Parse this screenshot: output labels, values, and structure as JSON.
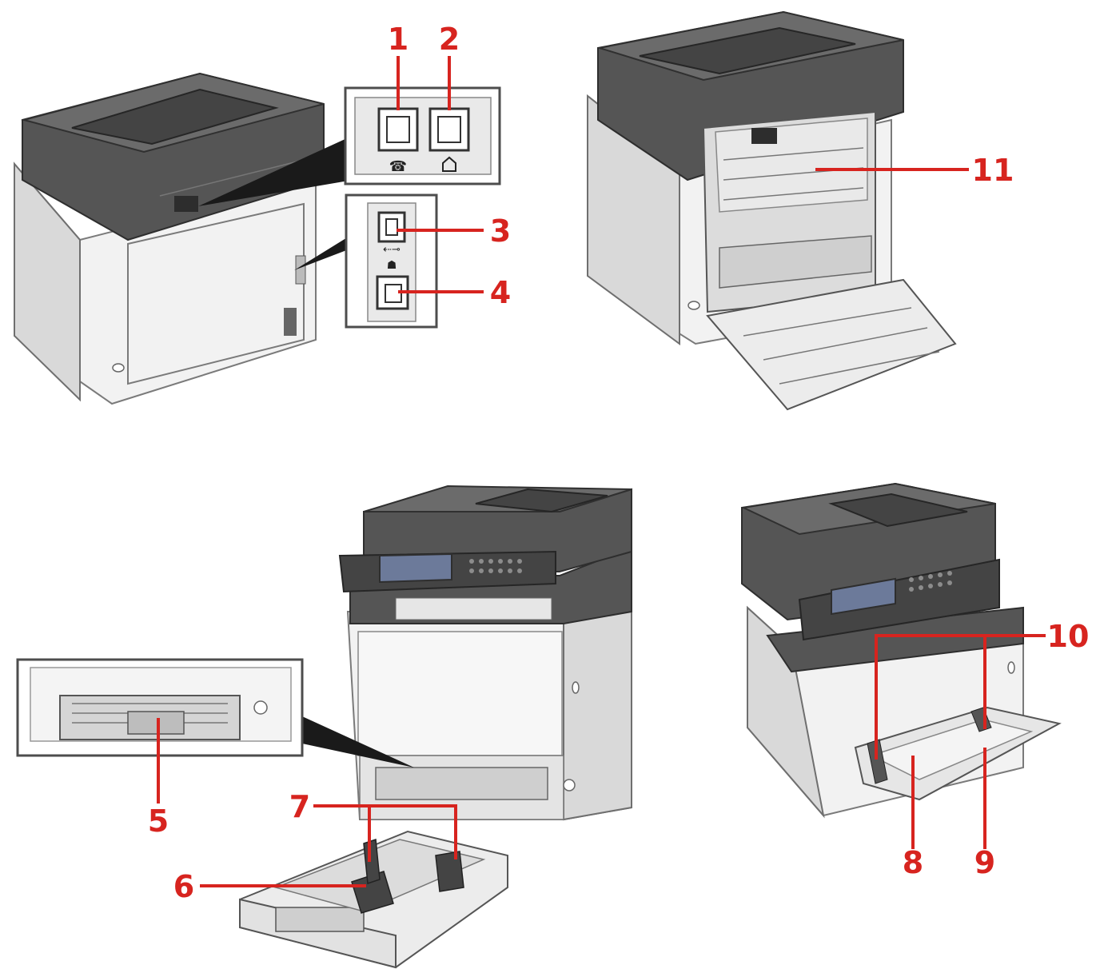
{
  "callouts": [
    {
      "id": 1,
      "label": "1"
    },
    {
      "id": 2,
      "label": "2"
    },
    {
      "id": 3,
      "label": "3"
    },
    {
      "id": 4,
      "label": "4"
    },
    {
      "id": 5,
      "label": "5"
    },
    {
      "id": 6,
      "label": "6"
    },
    {
      "id": 7,
      "label": "7"
    },
    {
      "id": 8,
      "label": "8"
    },
    {
      "id": 9,
      "label": "9"
    },
    {
      "id": 10,
      "label": "10"
    },
    {
      "id": 11,
      "label": "11"
    }
  ],
  "colors": {
    "callout": "#d7241f",
    "printer_body": "#f2f2f2",
    "printer_top": "#555555",
    "background": "#ffffff"
  },
  "icons": [
    "telephone-icon",
    "home-icon",
    "usb-icon",
    "network-icon"
  ]
}
